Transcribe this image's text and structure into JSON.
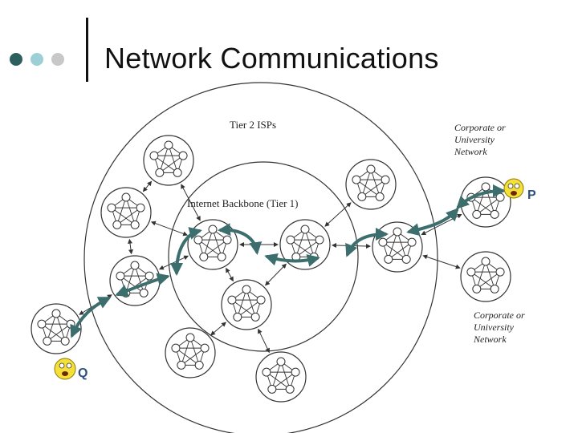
{
  "slide": {
    "title": "Network Communications",
    "bullet_colors": [
      "#2e5f5f",
      "#9dcfd6",
      "#c8c8c8"
    ]
  },
  "diagram": {
    "labels": {
      "tier2": "Tier 2 ISPs",
      "backbone": "Internet Backbone (Tier 1)",
      "corporate_top": [
        "Corporate or",
        "University",
        "Network"
      ],
      "corporate_bottom": [
        "Corporate or",
        "University",
        "Network"
      ]
    },
    "endpoints": {
      "p": "P",
      "q": "Q"
    },
    "colors": {
      "path": "#3c6e6e",
      "line": "#333333",
      "node_fill": "#ffffff",
      "face": "#f5e03a"
    }
  }
}
